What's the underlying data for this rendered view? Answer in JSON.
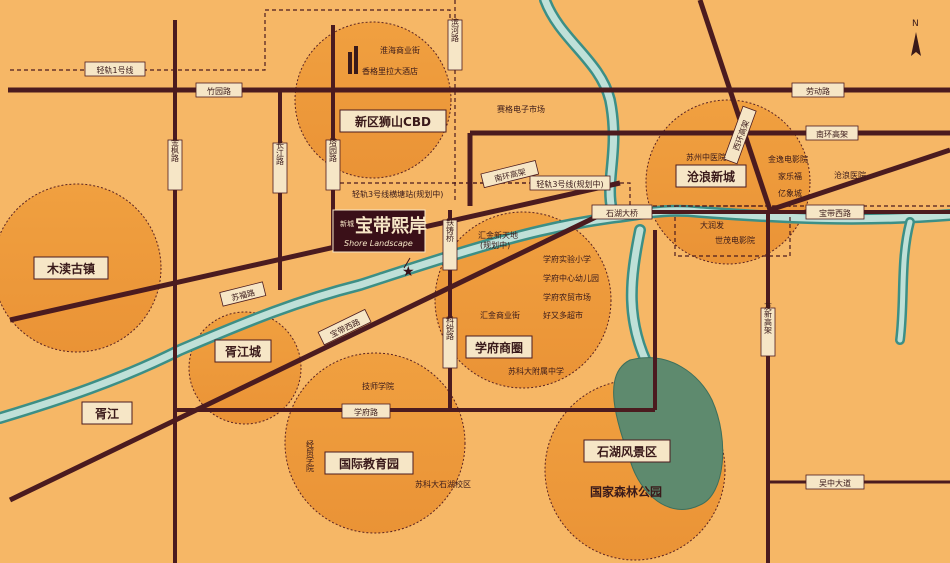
{
  "compass": {
    "n": "N"
  },
  "project": {
    "prefix": "新城",
    "name": "宝带熙岸",
    "english": "Shore Landscape"
  },
  "districts": {
    "shishan_cbd": "新区狮山CBD",
    "canglang": "沧浪新城",
    "mudu": "木渎古镇",
    "xuefu": "学府商圈",
    "xujiang_city": "胥江城",
    "xujiang": "胥江",
    "education": "国际教育园",
    "shihu": "石湖风景区"
  },
  "roads": {
    "light_rail_1": "轻轨1号线",
    "zhuyuan": "竹园路",
    "laodong": "劳动路",
    "nanhuan": "南环高架",
    "baodai_west": "宝带西路",
    "wuzhong": "吴中大道",
    "shihu_bridge": "石湖大桥",
    "light_rail_3": "轻轨3号线(规划中)",
    "nanhuan_viaduct": "南环高架",
    "suxiu": "苏福路",
    "baodai": "宝带西路",
    "xuefu": "学府路",
    "jinfeng": "金枫路",
    "changjiang": "长江路",
    "taying": "塔园路",
    "binhe": "滨河路",
    "tiejun_bridge": "铁铸桥",
    "keshui": "科锐路",
    "xihuan_viaduct": "西环高架",
    "youxin_viaduct": "友新高架"
  },
  "poi": {
    "huaihai": "淮海商业街",
    "shangrila": "香格里拉大酒店",
    "saige": "赛格电子市场",
    "station": "轻轨3号线横塘站(规划中)",
    "suzhou_tcm": "苏州中医院",
    "jinyi_cinema": "金逸电影院",
    "carrefour": "家乐福",
    "yixiang": "亿象城",
    "canglang_hospital": "沧浪医院",
    "runfa": "大润发",
    "shimao_cinema": "世茂电影院",
    "huijin_xintiandi": "汇金新天地",
    "planned": "(规划中)",
    "xuefu_primary": "学府实验小学",
    "xuefu_kindergarten": "学府中心幼儿园",
    "xuefu_market": "学府农贸市场",
    "huijin_commercial": "汇金商业街",
    "haoyouduo": "好又多超市",
    "suke_middle": "苏科大附属中学",
    "normal_college": "技师学院",
    "suke_shihu": "苏科大石湖校区",
    "trade_college": "经贸学院",
    "forest_park": "国家森林公园"
  }
}
